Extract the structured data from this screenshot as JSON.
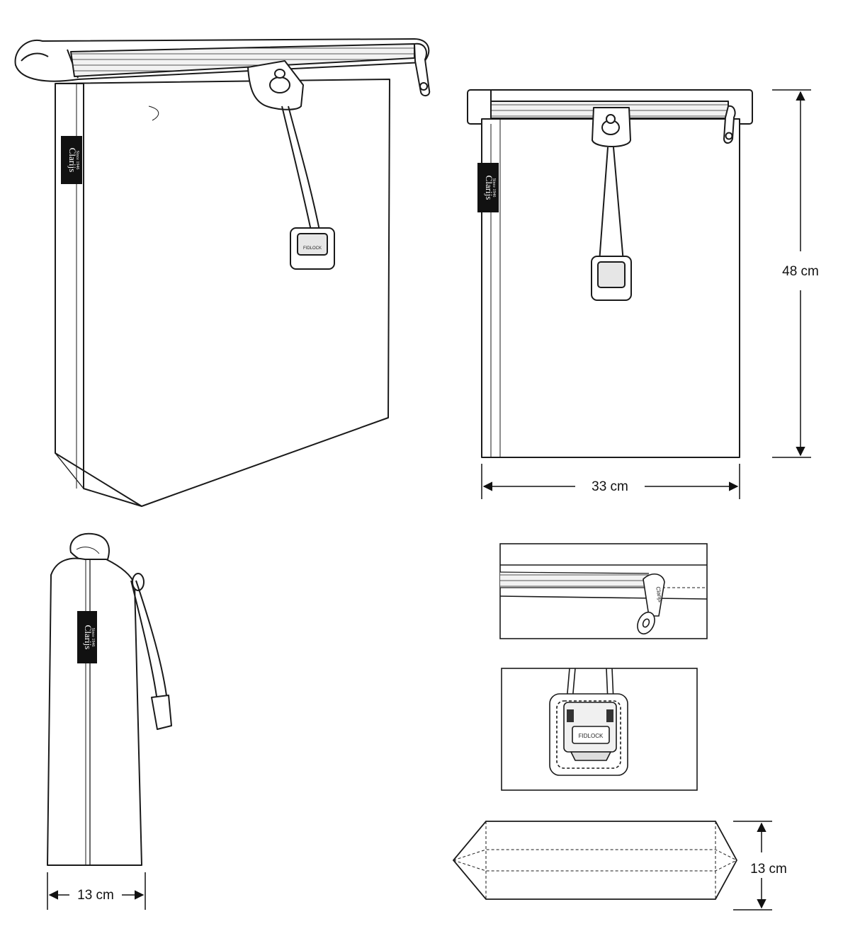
{
  "brand": {
    "name": "Clarijs",
    "tagline": "Since 1946"
  },
  "buckle": {
    "mark": "FIDLOCK"
  },
  "zipper": {
    "pull_mark": "Clarijs"
  },
  "dimensions": {
    "height": "48 cm",
    "width": "33 cm",
    "depth_side": "13 cm",
    "depth_bottom": "13 cm"
  },
  "colors": {
    "line": "#1a1a1a",
    "label": "#111111"
  }
}
